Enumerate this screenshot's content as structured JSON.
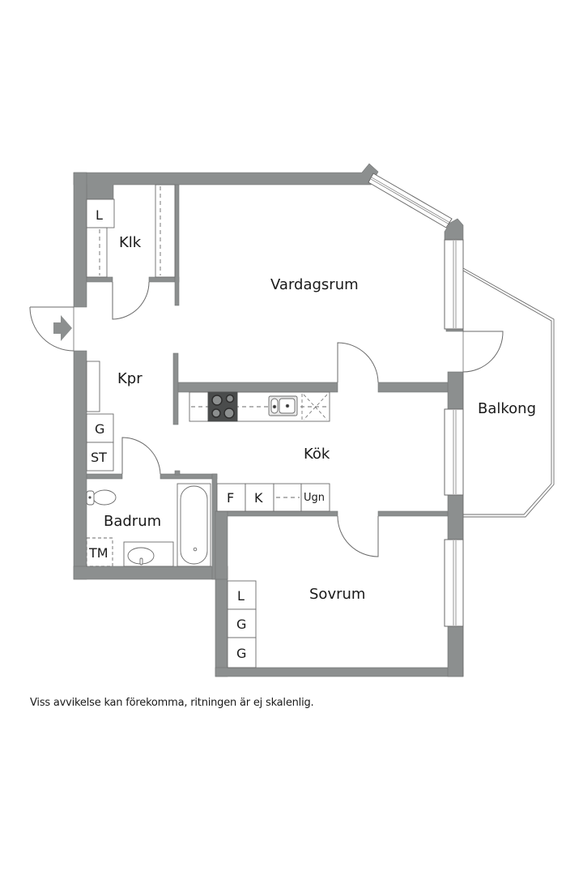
{
  "colors": {
    "wall": "#8c8f8f",
    "wall_edge": "#6d6f6f",
    "line": "#6a6a6a",
    "background": "#ffffff",
    "stove": "#4a4c4c",
    "text": "#1a1a1a"
  },
  "rooms": {
    "klk": "Klk",
    "vardagsrum": "Vardagsrum",
    "kpr": "Kpr",
    "kok": "Kök",
    "balkong": "Balkong",
    "badrum": "Badrum",
    "sovrum": "Sovrum"
  },
  "fixtures": {
    "klk_l": "L",
    "kpr_g": "G",
    "kpr_st": "ST",
    "kok_f": "F",
    "kok_k": "K",
    "kok_ugn": "Ugn",
    "bad_tm": "TM",
    "sov_l": "L",
    "sov_g1": "G",
    "sov_g2": "G"
  },
  "icons": {
    "entrance": "entrance-arrow-icon"
  },
  "footer": {
    "disclaimer": "Viss avvikelse kan förekomma, ritningen är ej skalenlig."
  }
}
